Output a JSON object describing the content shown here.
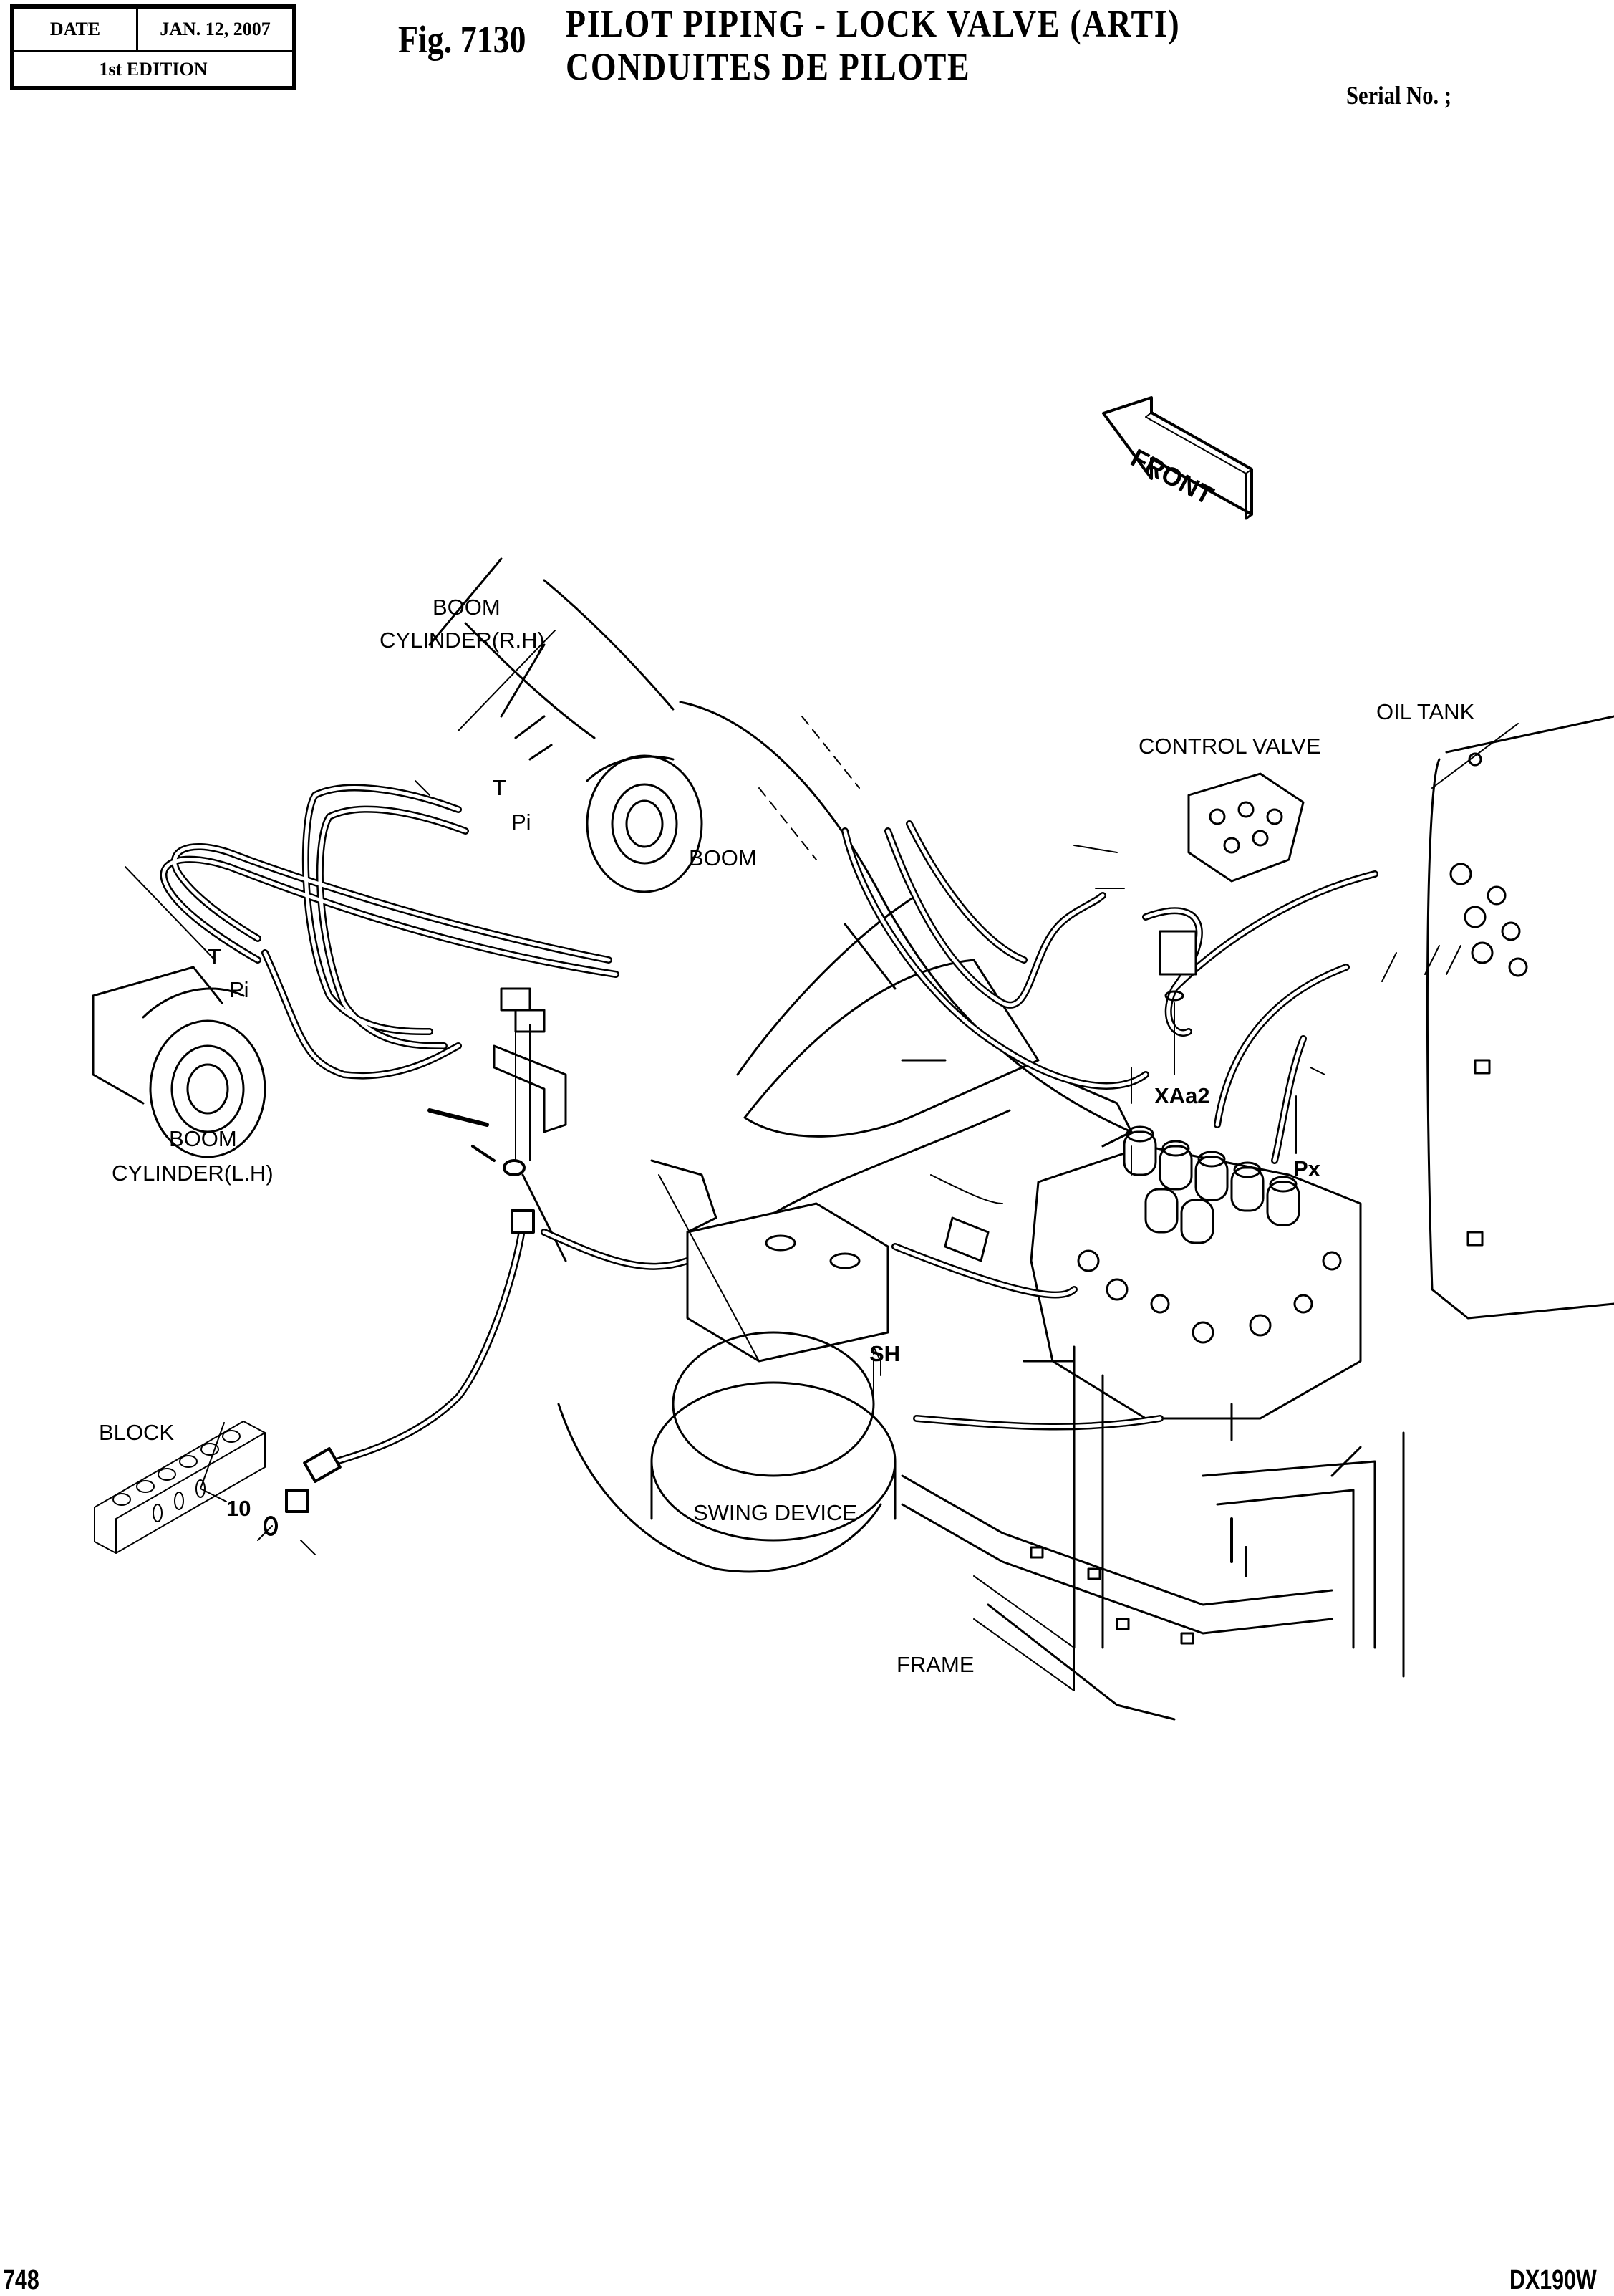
{
  "header": {
    "date_label": "DATE",
    "date_value": "JAN. 12, 2007",
    "edition": "1st EDITION",
    "figure_number": "Fig. 7130",
    "title_en": "PILOT PIPING - LOCK VALVE (ARTI)",
    "title_fr": "CONDUITES DE PILOTE",
    "serial_label": "Serial No. ;"
  },
  "diagram": {
    "front_arrow": "FRONT",
    "labels": {
      "boom_cyl_rh_1": "BOOM",
      "boom_cyl_rh_2": "CYLINDER(R.H)",
      "boom_cyl_lh_1": "BOOM",
      "boom_cyl_lh_2": "CYLINDER(L.H)",
      "boom": "BOOM",
      "control_valve": "CONTROL VALVE",
      "oil_tank": "OIL TANK",
      "block": "BLOCK",
      "swing_device": "SWING DEVICE",
      "frame": "FRAME",
      "port_t_right": "T",
      "port_pi_right": "Pi",
      "port_t_left": "T",
      "port_pi_left": "Pi",
      "port_xaa2": "XAa2",
      "port_px": "Px",
      "port_sh": "SH",
      "callout_10": "10"
    }
  },
  "footer": {
    "page_number": "748",
    "model": "DX190W"
  }
}
